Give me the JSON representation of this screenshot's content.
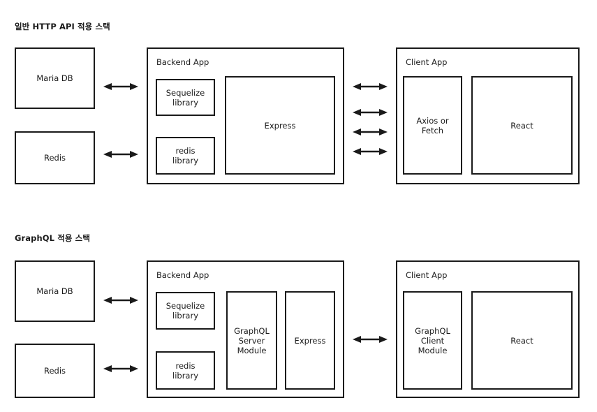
{
  "diagrams": [
    {
      "id": "http-api-stack",
      "title": "일반 HTTP API 적용 스택",
      "datastores": [
        {
          "id": "maria-db",
          "label": "Maria DB"
        },
        {
          "id": "redis",
          "label": "Redis"
        }
      ],
      "db_arrows": [
        {
          "id": "maria-db-to-backend"
        },
        {
          "id": "redis-to-backend"
        }
      ],
      "backend": {
        "title": "Backend App",
        "modules": [
          {
            "id": "sequelize-library",
            "label": "Sequelize\nlibrary"
          },
          {
            "id": "redis-library",
            "label": "redis\nlibrary"
          },
          {
            "id": "express",
            "label": "Express"
          }
        ]
      },
      "backend_client_arrows": [
        {
          "id": "http-arrow-1"
        },
        {
          "id": "http-arrow-2"
        },
        {
          "id": "http-arrow-3"
        },
        {
          "id": "http-arrow-4"
        }
      ],
      "client": {
        "title": "Client App",
        "modules": [
          {
            "id": "axios-or-fetch",
            "label": "Axios or\nFetch"
          },
          {
            "id": "react",
            "label": "React"
          }
        ]
      }
    },
    {
      "id": "graphql-stack",
      "title": "GraphQL 적용 스택",
      "datastores": [
        {
          "id": "maria-db",
          "label": "Maria DB"
        },
        {
          "id": "redis",
          "label": "Redis"
        }
      ],
      "db_arrows": [
        {
          "id": "maria-db-to-backend"
        },
        {
          "id": "redis-to-backend"
        }
      ],
      "backend": {
        "title": "Backend App",
        "modules": [
          {
            "id": "sequelize-library",
            "label": "Sequelize\nlibrary"
          },
          {
            "id": "redis-library",
            "label": "redis\nlibrary"
          },
          {
            "id": "graphql-server-module",
            "label": "GraphQL\nServer\nModule"
          },
          {
            "id": "express",
            "label": "Express"
          }
        ]
      },
      "backend_client_arrows": [
        {
          "id": "graphql-arrow-1"
        }
      ],
      "client": {
        "title": "Client App",
        "modules": [
          {
            "id": "graphql-client-module",
            "label": "GraphQL\nClient\nModule"
          },
          {
            "id": "react",
            "label": "React"
          }
        ]
      }
    }
  ],
  "style": {
    "stroke": "#1a1a1a",
    "background": "#ffffff"
  }
}
